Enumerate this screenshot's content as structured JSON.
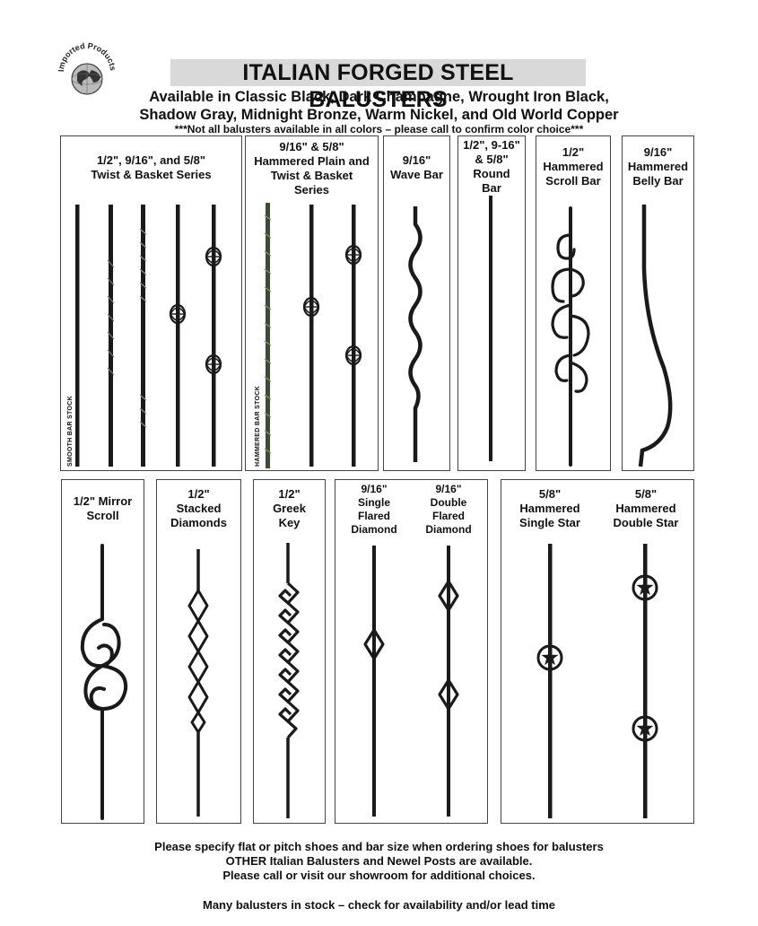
{
  "logo": {
    "text": "Imported Products",
    "icon": "globe-icon"
  },
  "header": {
    "title": "ITALIAN FORGED STEEL BALUSTERS",
    "subtitle_line1": "Available in Classic Black, Dark Champagne, Wrought Iron Black,",
    "subtitle_line2": "Shadow Gray, Midnight Bronze, Warm Nickel, and Old World Copper",
    "note": "***Not all balusters available in all colors – please call to confirm color choice***"
  },
  "panels": {
    "twist_basket": {
      "label": "1/2\", 9/16\", and 5/8\"\nTwist & Basket Series",
      "stock": "SMOOTH BAR STOCK"
    },
    "hammered_plain": {
      "label": "9/16\" & 5/8\"\nHammered Plain and\nTwist & Basket\nSeries",
      "stock": "HAMMERED BAR STOCK"
    },
    "wave_bar": {
      "label": "9/16\"\nWave Bar"
    },
    "round_bar": {
      "label": "1/2\", 9-16\"\n& 5/8\"\nRound\nBar"
    },
    "scroll_bar": {
      "label": "1/2\"\nHammered\nScroll Bar"
    },
    "belly_bar": {
      "label": "9/16\"\nHammered\nBelly Bar"
    },
    "mirror_scroll": {
      "label": "1/2\" Mirror\nScroll"
    },
    "stacked_diamonds": {
      "label": "1/2\"\nStacked\nDiamonds"
    },
    "greek_key": {
      "label": "1/2\"\nGreek\nKey"
    },
    "single_flared": {
      "label": "9/16\"\nSingle\nFlared\nDiamond"
    },
    "double_flared": {
      "label": "9/16\"\nDouble\nFlared\nDiamond"
    },
    "single_star": {
      "label": "5/8\"\nHammered\nSingle Star"
    },
    "double_star": {
      "label": "5/8\"\nHammered\nDouble Star"
    }
  },
  "footer": {
    "line1": "Please specify flat or pitch shoes and bar size when ordering shoes for balusters",
    "line2": "OTHER Italian Balusters and Newel Posts are available.",
    "line3": "Please call or visit our showroom for additional choices.",
    "line4": "Many balusters in stock – check for availability and/or lead time"
  },
  "colors": {
    "iron": "#1a1a1a",
    "title_bg": "#d9d9d9",
    "border": "#444444"
  }
}
